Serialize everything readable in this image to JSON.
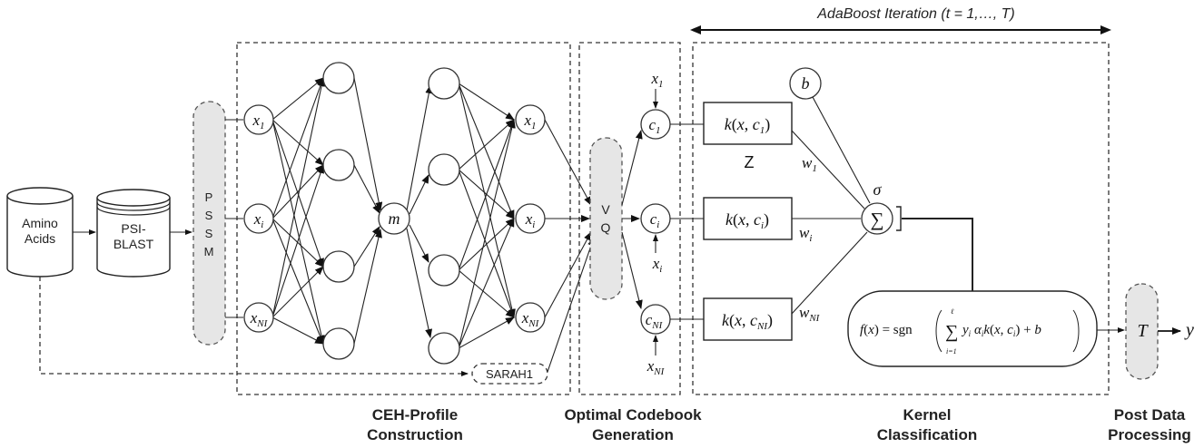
{
  "stages": {
    "ceh_line1": "CEH-Profile",
    "ceh_line2": "Construction",
    "codebook_line1": "Optimal Codebook",
    "codebook_line2": "Generation",
    "kernel_line1": "Kernel",
    "kernel_line2": "Classification",
    "post_line1": "Post Data",
    "post_line2": "Processing"
  },
  "inputs": {
    "amino_line1": "Amino",
    "amino_line2": "Acids",
    "psiblast_line1": "PSI-",
    "psiblast_line2": "BLAST",
    "pssm_letters": [
      "P",
      "S",
      "S",
      "M"
    ],
    "sarah": "SARAH1"
  },
  "network": {
    "input_nodes": [
      "x1",
      "xi",
      "xNI"
    ],
    "middle_node": "m",
    "output_nodes": [
      "x1",
      "xi",
      "xNI"
    ]
  },
  "vq": {
    "letters": [
      "V",
      "Q"
    ],
    "codewords": [
      "c1",
      "ci",
      "cNI"
    ],
    "inputs": [
      "x1",
      "xi",
      "xNI"
    ]
  },
  "kernel": {
    "boxes": [
      "k(x, c1)",
      "k(x, ci)",
      "k(x, cNI)"
    ],
    "weights": [
      "w1",
      "wi",
      "wNI"
    ],
    "z_label": "Z",
    "bias": "b",
    "sigma": "σ",
    "sum": "∑",
    "formula": "f(x) = sgn(∑ yi αi k(x, ci) + b)"
  },
  "adaboost": "AdaBoost Iteration (t = 1,…, T)",
  "post": {
    "threshold": "T",
    "output": "y"
  }
}
